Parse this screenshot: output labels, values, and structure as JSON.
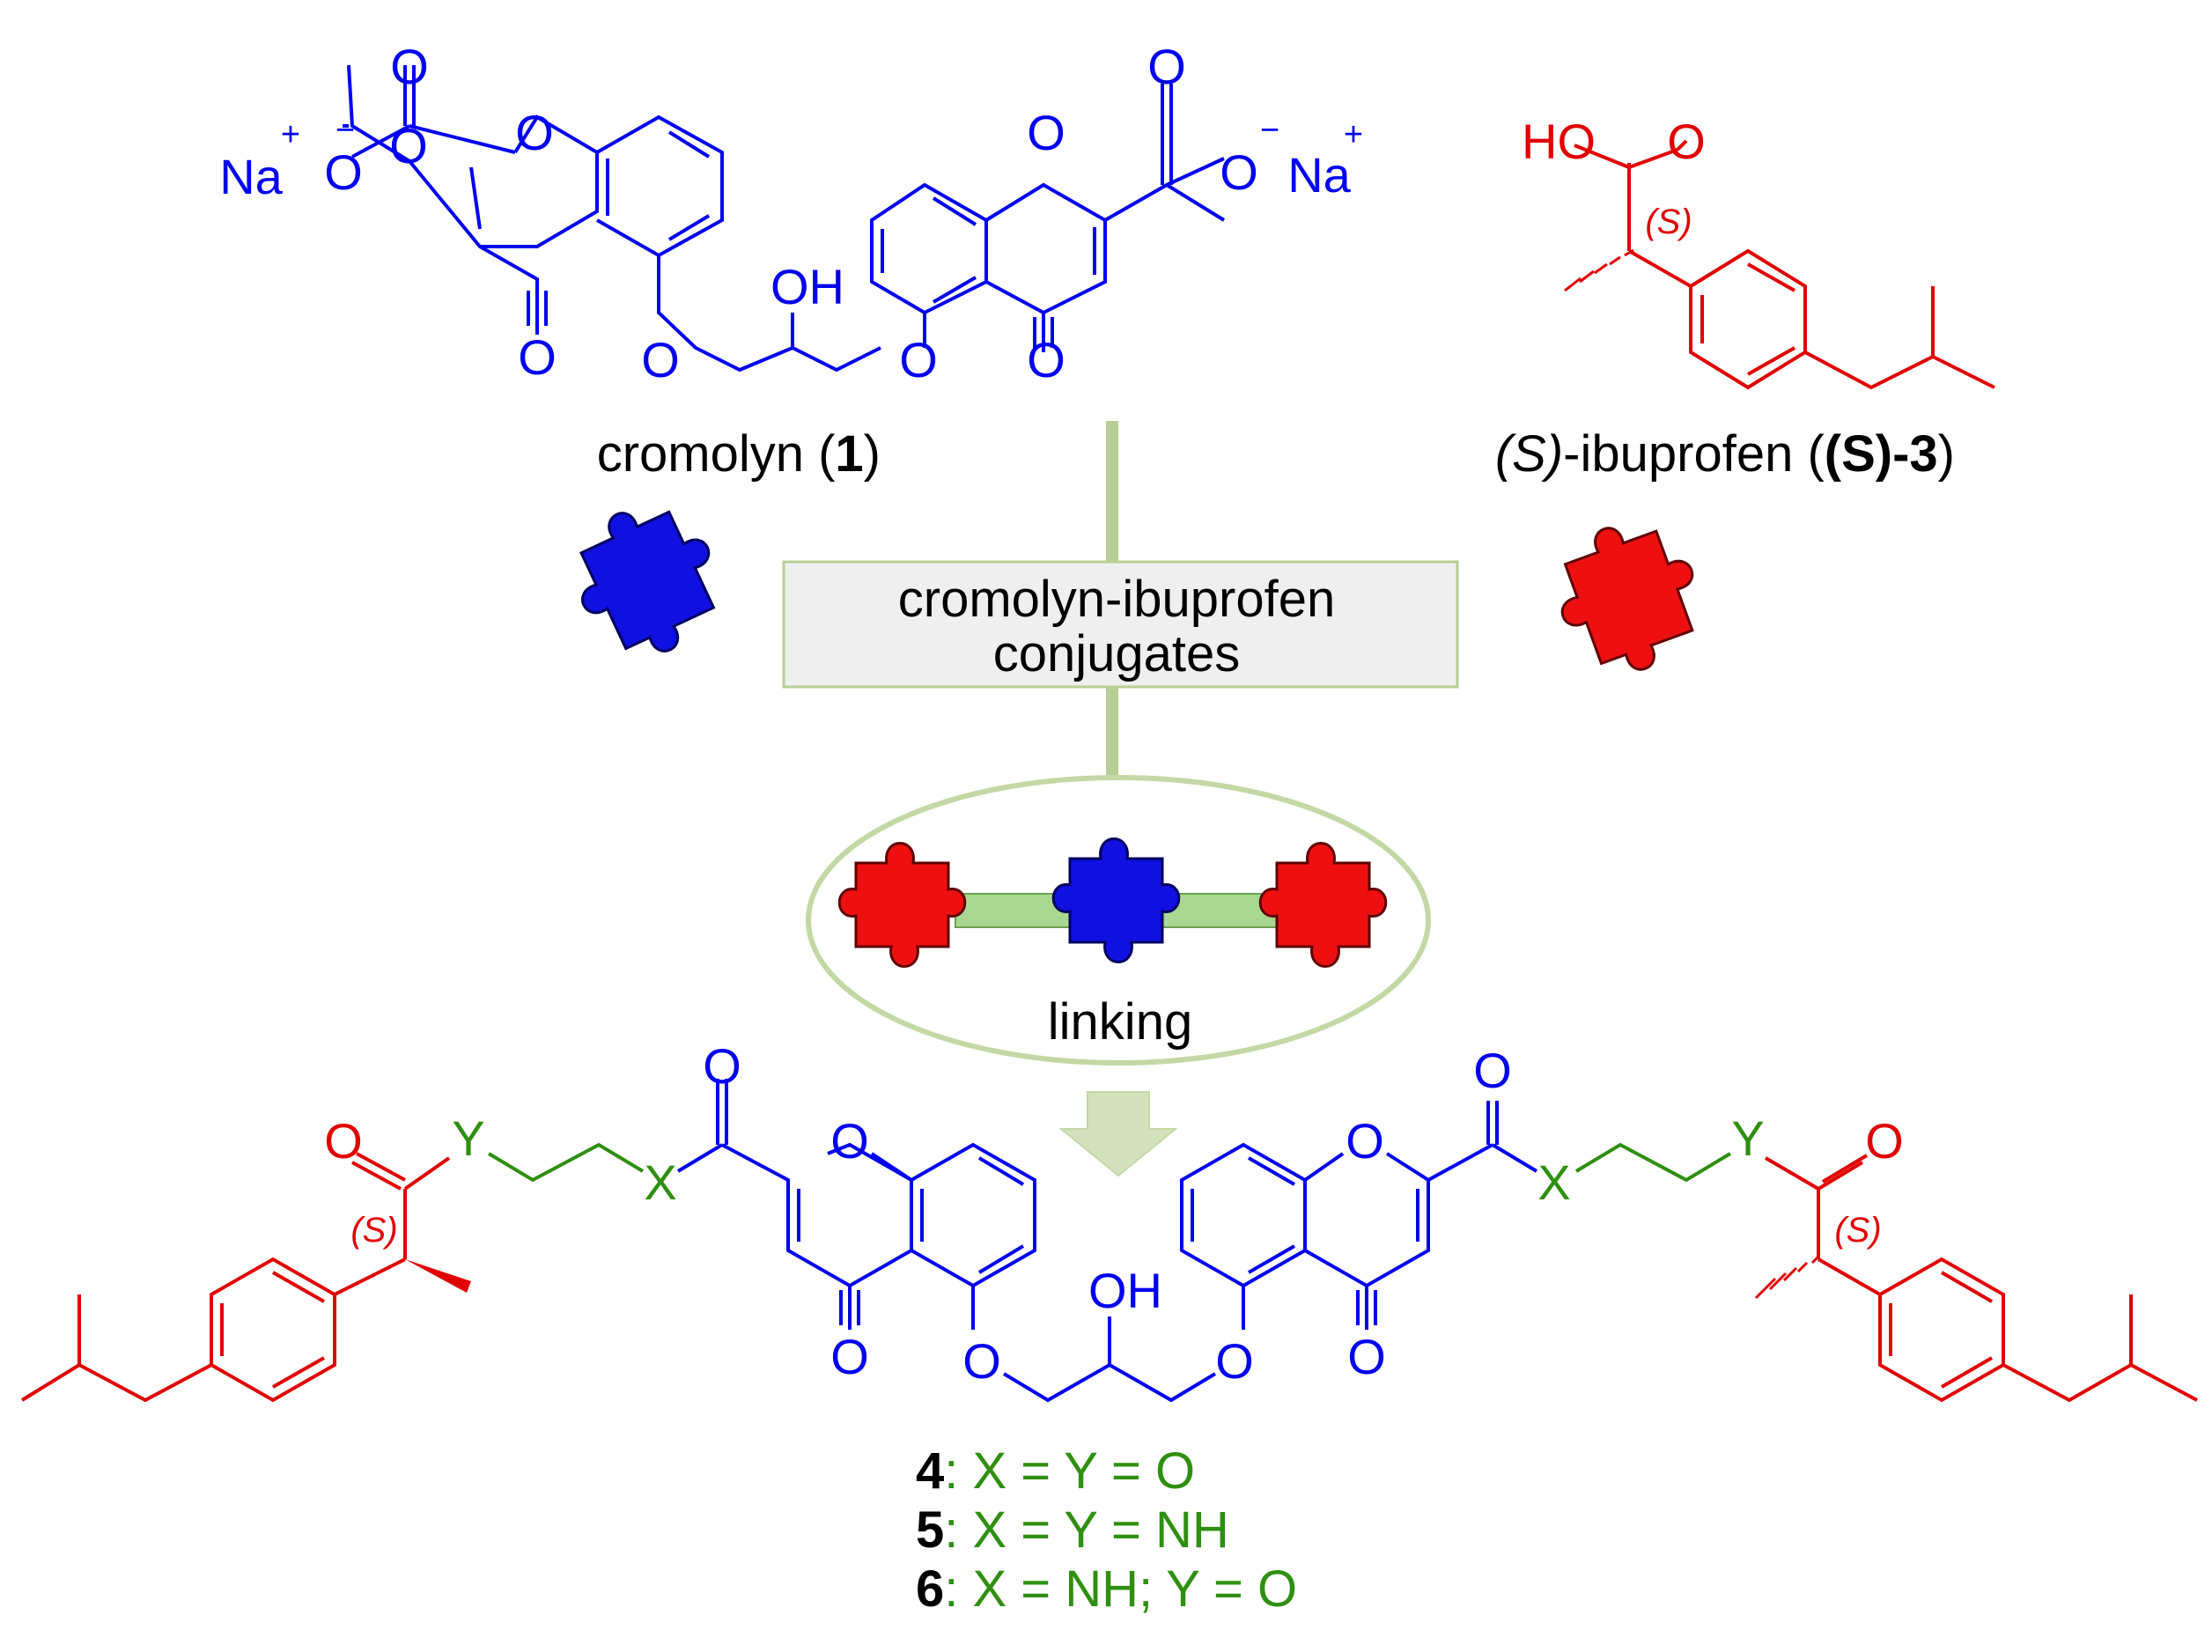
{
  "cromolyn_label": {
    "name": "cromolyn (",
    "num": "1",
    "close": ")"
  },
  "ibuprofen_label": {
    "stereo": "(S)",
    "name": "-ibuprofen (",
    "num": "(S)-3",
    "close": ")"
  },
  "center_box": {
    "line1": "cromolyn-ibuprofen",
    "line2": "conjugates"
  },
  "linking_label": "linking",
  "stereo_tag": "(S)",
  "atoms": {
    "o": "O",
    "oh": "OH",
    "ho": "HO",
    "na": "Na",
    "plus": "+",
    "minus": "−",
    "x": "X",
    "y": "Y"
  },
  "legend": [
    {
      "num": "4",
      "text": ": X = Y = O"
    },
    {
      "num": "5",
      "text": ": X = Y = NH"
    },
    {
      "num": "6",
      "text": ": X = NH; Y = O"
    }
  ],
  "colors": {
    "cromolyn": "#0000ee",
    "ibuprofen": "#e00000",
    "linker": "#2f8f10",
    "box_border": "#b5cf95",
    "box_fill": "#efefef",
    "ellipse": "#c3d8a5",
    "arrow": "#d4e1bd"
  }
}
